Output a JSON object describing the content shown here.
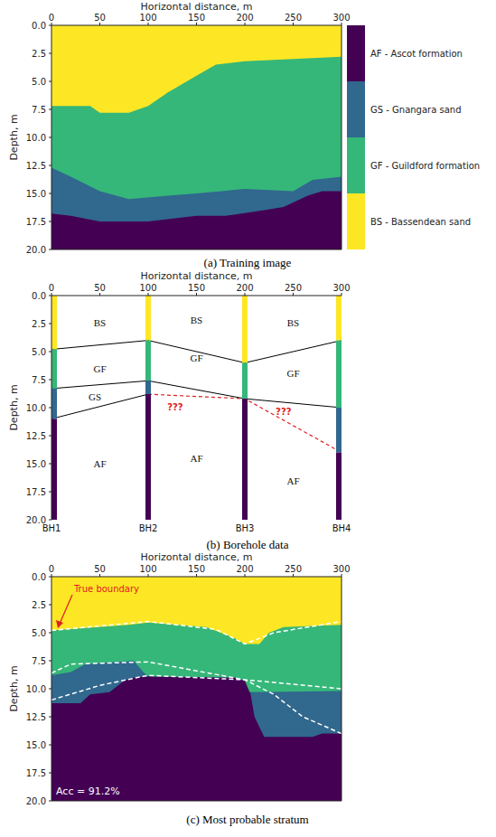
{
  "diagram": {
    "labels": [
      "Horizontal distance, m",
      "0",
      "50",
      "100",
      "150",
      "200",
      "250",
      "300",
      "Depth, m",
      "0.0",
      "2.5",
      "5.0",
      "7.5",
      "10.0",
      "12.5",
      "15.0",
      "17.5",
      "20.0",
      "(a) Training image",
      "Horizontal distance, m",
      "0",
      "50",
      "100",
      "150",
      "200",
      "250",
      "300",
      "Depth, m",
      "0.0",
      "2.5",
      "5.0",
      "7.5",
      "10.0",
      "12.5",
      "15.0",
      "17.5",
      "20.0",
      "BS",
      "BS",
      "BS",
      "GF",
      "GF",
      "GF",
      "GS",
      "AF",
      "AF",
      "AF",
      "???",
      "???",
      "BH1",
      "BH2",
      "BH3",
      "BH4",
      "(b) Borehole data",
      "Horizontal distance, m",
      "0",
      "50",
      "100",
      "150",
      "200",
      "250",
      "300",
      "Depth, m",
      "0.0",
      "2.5",
      "5.0",
      "7.5",
      "10.0",
      "12.5",
      "15.0",
      "17.5",
      "20.0",
      "True boundary",
      "Acc = 91.2%",
      "(c) Most probable stratum"
    ],
    "legend": [
      {
        "text": "AF - Ascot formation",
        "color": "#440154"
      },
      {
        "text": "GS - Gnangara sand",
        "color": "#31688e"
      },
      {
        "text": "GF - Guildford formation",
        "color": "#35b779"
      },
      {
        "text": "BS - Bassendean sand",
        "color": "#fde725"
      }
    ]
  }
}
